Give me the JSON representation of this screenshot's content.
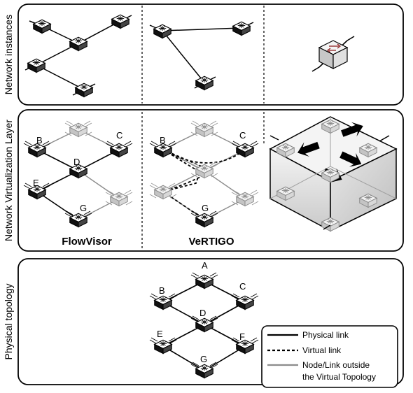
{
  "panels": {
    "network_instances": {
      "label": "Network instances"
    },
    "virtualization": {
      "label": "Network Virtualization Layer",
      "flowvisor_caption": "FlowVisor",
      "vertigo_caption": "VeRTIGO"
    },
    "physical": {
      "label": "Physical topology"
    }
  },
  "nodes": {
    "A": "A",
    "B": "B",
    "C": "C",
    "D": "D",
    "E": "E",
    "F": "F",
    "G": "G"
  },
  "legend": {
    "physical_link": "Physical link",
    "virtual_link": "Virtual link",
    "outside_line1": "Node/Link outside",
    "outside_line2": "the Virtual Topology"
  },
  "colors": {
    "physical": "#000000",
    "virtual": "#000000",
    "outside": "#8c8c8c",
    "switch_dark": "#2b2b2b",
    "switch_gray": "#d0d0d0"
  }
}
